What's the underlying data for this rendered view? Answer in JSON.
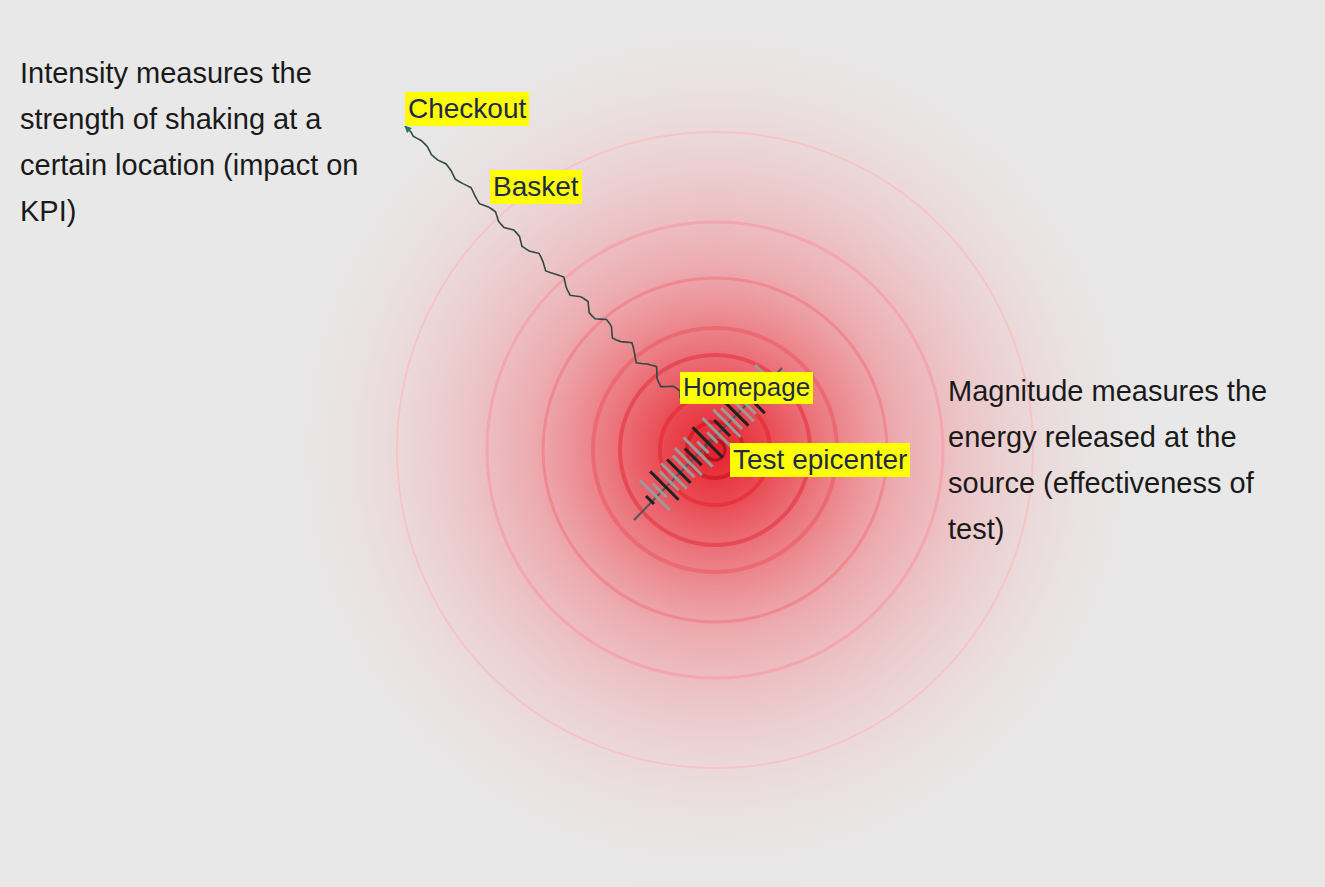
{
  "diagram": {
    "nodes": [
      {
        "text": [
          "Checkout"
        ]
      },
      {
        "text": [
          "Basket"
        ]
      },
      {
        "text": [
          "Homepage"
        ]
      },
      {
        "text": [
          "Test epicenter"
        ]
      }
    ],
    "edges": [
      {
        "from": 2,
        "to": 0,
        "arrow": "to"
      }
    ],
    "labels": [
      "Intensity measures the strength of shaking at a certain location (impact on KPI)",
      "Magnitude measures the energy released at the source (effectiveness of test)"
    ]
  }
}
